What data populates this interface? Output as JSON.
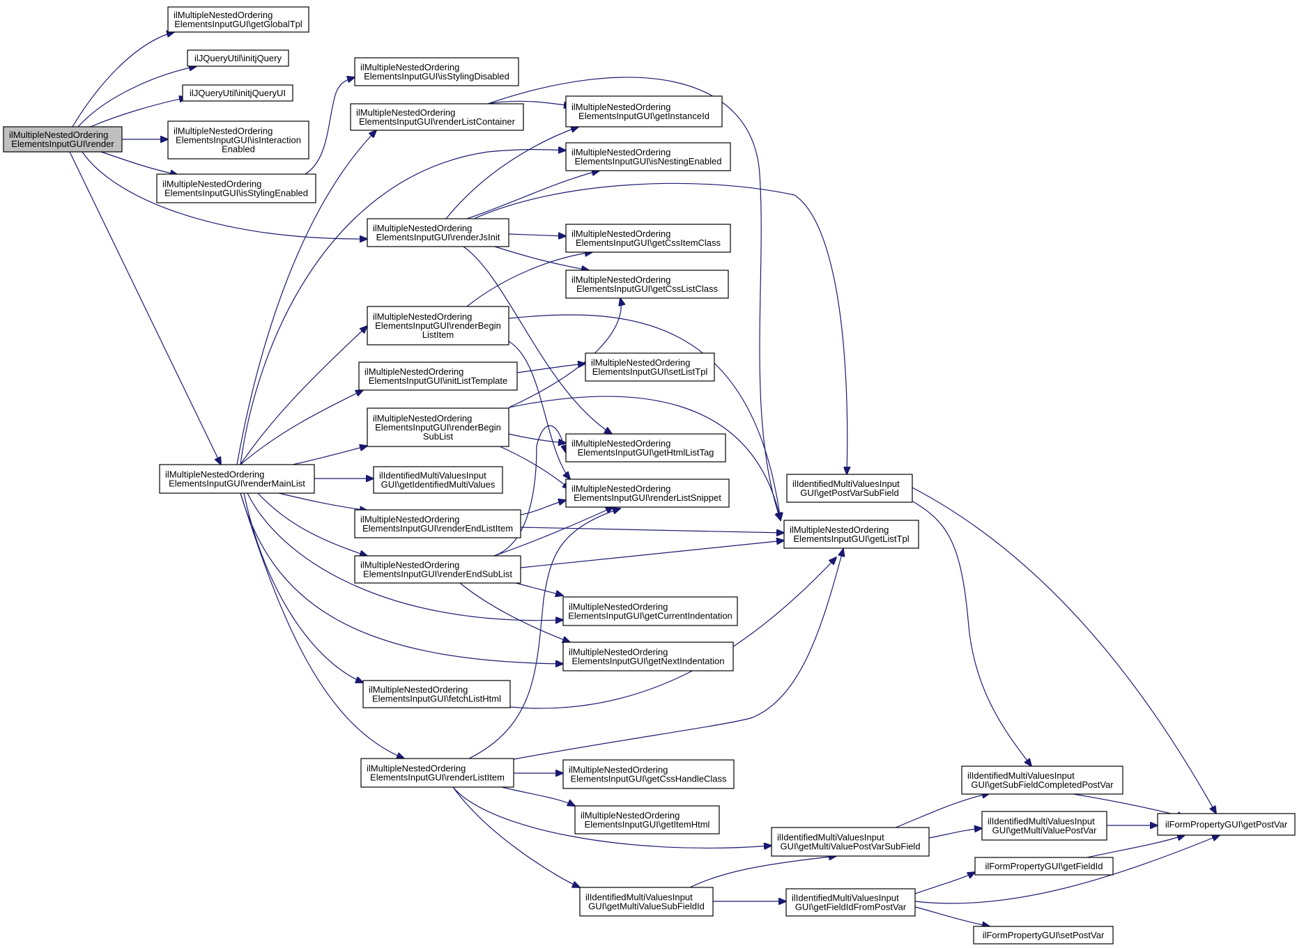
{
  "colors": {
    "edge": "#191970",
    "root_fill": "#bfbfbf",
    "node_fill": "#ffffff",
    "border": "#000000"
  },
  "nodes": {
    "render": [
      "ilMultipleNestedOrdering",
      "ElementsInputGUI\\render"
    ],
    "getGlobalTpl": [
      "ilMultipleNestedOrdering",
      "ElementsInputGUI\\getGlobalTpl"
    ],
    "initjQuery": [
      "ilJQueryUtil\\initjQuery"
    ],
    "initjQueryUI": [
      "ilJQueryUtil\\initjQueryUI"
    ],
    "isInteractionEnabled": [
      "ilMultipleNestedOrdering",
      "ElementsInputGUI\\isInteraction",
      "Enabled"
    ],
    "isStylingEnabled": [
      "ilMultipleNestedOrdering",
      "ElementsInputGUI\\isStylingEnabled"
    ],
    "isStylingDisabled": [
      "ilMultipleNestedOrdering",
      "ElementsInputGUI\\isStylingDisabled"
    ],
    "renderListContainer": [
      "ilMultipleNestedOrdering",
      "ElementsInputGUI\\renderListContainer"
    ],
    "getInstanceId": [
      "ilMultipleNestedOrdering",
      "ElementsInputGUI\\getInstanceId"
    ],
    "isNestingEnabled": [
      "ilMultipleNestedOrdering",
      "ElementsInputGUI\\isNestingEnabled"
    ],
    "renderJsInit": [
      "ilMultipleNestedOrdering",
      "ElementsInputGUI\\renderJsInit"
    ],
    "getCssItemClass": [
      "ilMultipleNestedOrdering",
      "ElementsInputGUI\\getCssItemClass"
    ],
    "getCssListClass": [
      "ilMultipleNestedOrdering",
      "ElementsInputGUI\\getCssListClass"
    ],
    "renderBeginListItem": [
      "ilMultipleNestedOrdering",
      "ElementsInputGUI\\renderBegin",
      "ListItem"
    ],
    "initListTemplate": [
      "ilMultipleNestedOrdering",
      "ElementsInputGUI\\initListTemplate"
    ],
    "setListTpl": [
      "ilMultipleNestedOrdering",
      "ElementsInputGUI\\setListTpl"
    ],
    "renderBeginSubList": [
      "ilMultipleNestedOrdering",
      "ElementsInputGUI\\renderBegin",
      "SubList"
    ],
    "getHtmlListTag": [
      "ilMultipleNestedOrdering",
      "ElementsInputGUI\\getHtmlListTag"
    ],
    "renderMainList": [
      "ilMultipleNestedOrdering",
      "ElementsInputGUI\\renderMainList"
    ],
    "getIdentifiedMultiValues": [
      "ilIdentifiedMultiValuesInput",
      "GUI\\getIdentifiedMultiValues"
    ],
    "renderListSnippet": [
      "ilMultipleNestedOrdering",
      "ElementsInputGUI\\renderListSnippet"
    ],
    "getPostVarSubField": [
      "ilIdentifiedMultiValuesInput",
      "GUI\\getPostVarSubField"
    ],
    "renderEndListItem": [
      "ilMultipleNestedOrdering",
      "ElementsInputGUI\\renderEndListItem"
    ],
    "getListTpl": [
      "ilMultipleNestedOrdering",
      "ElementsInputGUI\\getListTpl"
    ],
    "renderEndSubList": [
      "ilMultipleNestedOrdering",
      "ElementsInputGUI\\renderEndSubList"
    ],
    "getCurrentIndentation": [
      "ilMultipleNestedOrdering",
      "ElementsInputGUI\\getCurrentIndentation"
    ],
    "getNextIndentation": [
      "ilMultipleNestedOrdering",
      "ElementsInputGUI\\getNextIndentation"
    ],
    "fetchListHtml": [
      "ilMultipleNestedOrdering",
      "ElementsInputGUI\\fetchListHtml"
    ],
    "renderListItem": [
      "ilMultipleNestedOrdering",
      "ElementsInputGUI\\renderListItem"
    ],
    "getCssHandleClass": [
      "ilMultipleNestedOrdering",
      "ElementsInputGUI\\getCssHandleClass"
    ],
    "getItemHtml": [
      "ilMultipleNestedOrdering",
      "ElementsInputGUI\\getItemHtml"
    ],
    "getSubFieldCompletedPostVar": [
      "ilIdentifiedMultiValuesInput",
      "GUI\\getSubFieldCompletedPostVar"
    ],
    "getMultiValuePostVar": [
      "ilIdentifiedMultiValuesInput",
      "GUI\\getMultiValuePostVar"
    ],
    "getPostVar": [
      "ilFormPropertyGUI\\getPostVar"
    ],
    "getMultiValuePostVarSubField": [
      "ilIdentifiedMultiValuesInput",
      "GUI\\getMultiValuePostVarSubField"
    ],
    "getFieldId": [
      "ilFormPropertyGUI\\getFieldId"
    ],
    "getMultiValueSubFieldId": [
      "ilIdentifiedMultiValuesInput",
      "GUI\\getMultiValueSubFieldId"
    ],
    "getFieldIdFromPostVar": [
      "ilIdentifiedMultiValuesInput",
      "GUI\\getFieldIdFromPostVar"
    ],
    "setPostVar": [
      "ilFormPropertyGUI\\setPostVar"
    ]
  }
}
